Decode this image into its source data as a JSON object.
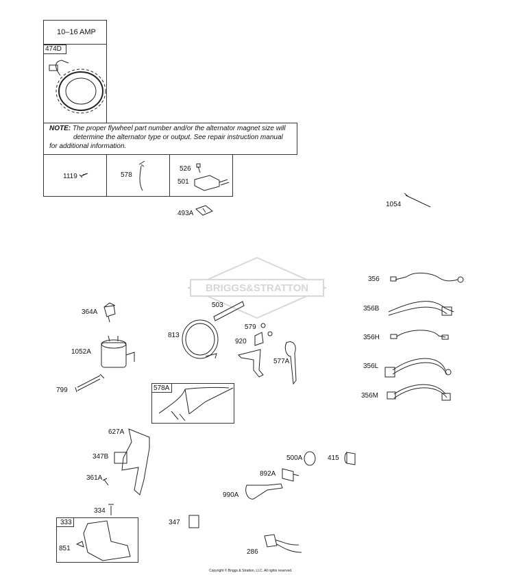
{
  "amp_box": {
    "title": "10–16 AMP",
    "part": "474D"
  },
  "note": {
    "label": "NOTE:",
    "line1": "The proper flywheel part number and/or the alternator magnet size will",
    "line2": "determine the alternator type or output. See repair instruction manual",
    "line3": "for additional information."
  },
  "watermark": "BRIGGS&STRATTON",
  "parts": {
    "p1119": "1119",
    "p578": "578",
    "p526": "526",
    "p501": "501",
    "p493A": "493A",
    "p1054": "1054",
    "p356": "356",
    "p356B": "356B",
    "p356H": "356H",
    "p356L": "356L",
    "p356M": "356M",
    "p364A": "364A",
    "p503": "503",
    "p813": "813",
    "p579": "579",
    "p920": "920",
    "p577A": "577A",
    "p1052A": "1052A",
    "p799": "799",
    "p578A": "578A",
    "p627A": "627A",
    "p347B": "347B",
    "p361A": "361A",
    "p500A": "500A",
    "p415": "415",
    "p892A": "892A",
    "p990A": "990A",
    "p334": "334",
    "p333": "333",
    "p851": "851",
    "p347": "347",
    "p286": "286"
  },
  "copyright": "Copyright © Briggs & Stratton, LLC. All rights reserved."
}
